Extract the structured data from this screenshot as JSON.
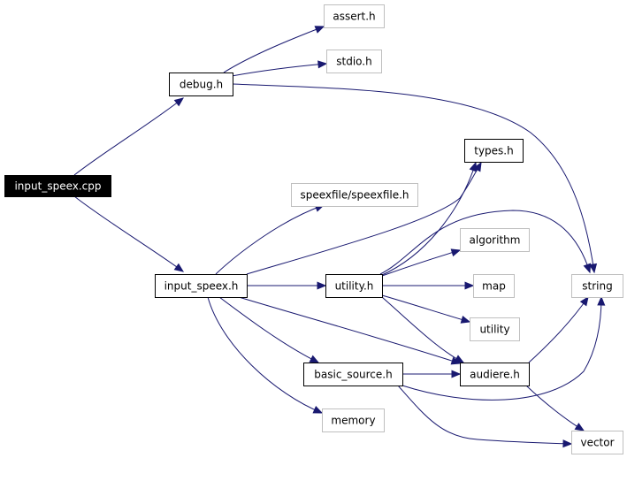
{
  "colors": {
    "edge": "#191970",
    "node_border_documented": "#000000",
    "node_border_external": "#bfbfbf",
    "root_fill": "#000000",
    "root_text": "#ffffff",
    "node_fill": "#ffffff",
    "node_text": "#000000"
  },
  "nodes": {
    "input_speex_cpp": {
      "label": "input_speex.cpp",
      "kind": "root"
    },
    "debug_h": {
      "label": "debug.h",
      "kind": "documented"
    },
    "assert_h": {
      "label": "assert.h",
      "kind": "external"
    },
    "stdio_h": {
      "label": "stdio.h",
      "kind": "external"
    },
    "types_h": {
      "label": "types.h",
      "kind": "documented"
    },
    "speexfile_h": {
      "label": "speexfile/speexfile.h",
      "kind": "external"
    },
    "algorithm": {
      "label": "algorithm",
      "kind": "external"
    },
    "input_speex_h": {
      "label": "input_speex.h",
      "kind": "documented"
    },
    "utility_h": {
      "label": "utility.h",
      "kind": "documented"
    },
    "map": {
      "label": "map",
      "kind": "external"
    },
    "string": {
      "label": "string",
      "kind": "external"
    },
    "utility": {
      "label": "utility",
      "kind": "external"
    },
    "basic_source_h": {
      "label": "basic_source.h",
      "kind": "documented"
    },
    "audiere_h": {
      "label": "audiere.h",
      "kind": "documented"
    },
    "memory": {
      "label": "memory",
      "kind": "external"
    },
    "vector": {
      "label": "vector",
      "kind": "external"
    }
  },
  "edges": [
    {
      "from": "input_speex_cpp",
      "to": "debug_h"
    },
    {
      "from": "input_speex_cpp",
      "to": "input_speex_h"
    },
    {
      "from": "debug_h",
      "to": "assert_h"
    },
    {
      "from": "debug_h",
      "to": "stdio_h"
    },
    {
      "from": "debug_h",
      "to": "string"
    },
    {
      "from": "input_speex_h",
      "to": "speexfile_h"
    },
    {
      "from": "input_speex_h",
      "to": "types_h"
    },
    {
      "from": "input_speex_h",
      "to": "utility_h"
    },
    {
      "from": "input_speex_h",
      "to": "audiere_h"
    },
    {
      "from": "input_speex_h",
      "to": "basic_source_h"
    },
    {
      "from": "input_speex_h",
      "to": "memory"
    },
    {
      "from": "utility_h",
      "to": "types_h"
    },
    {
      "from": "utility_h",
      "to": "string"
    },
    {
      "from": "utility_h",
      "to": "algorithm"
    },
    {
      "from": "utility_h",
      "to": "map"
    },
    {
      "from": "utility_h",
      "to": "utility"
    },
    {
      "from": "utility_h",
      "to": "audiere_h"
    },
    {
      "from": "basic_source_h",
      "to": "audiere_h"
    },
    {
      "from": "basic_source_h",
      "to": "string"
    },
    {
      "from": "basic_source_h",
      "to": "vector"
    },
    {
      "from": "audiere_h",
      "to": "string"
    },
    {
      "from": "audiere_h",
      "to": "vector"
    }
  ]
}
